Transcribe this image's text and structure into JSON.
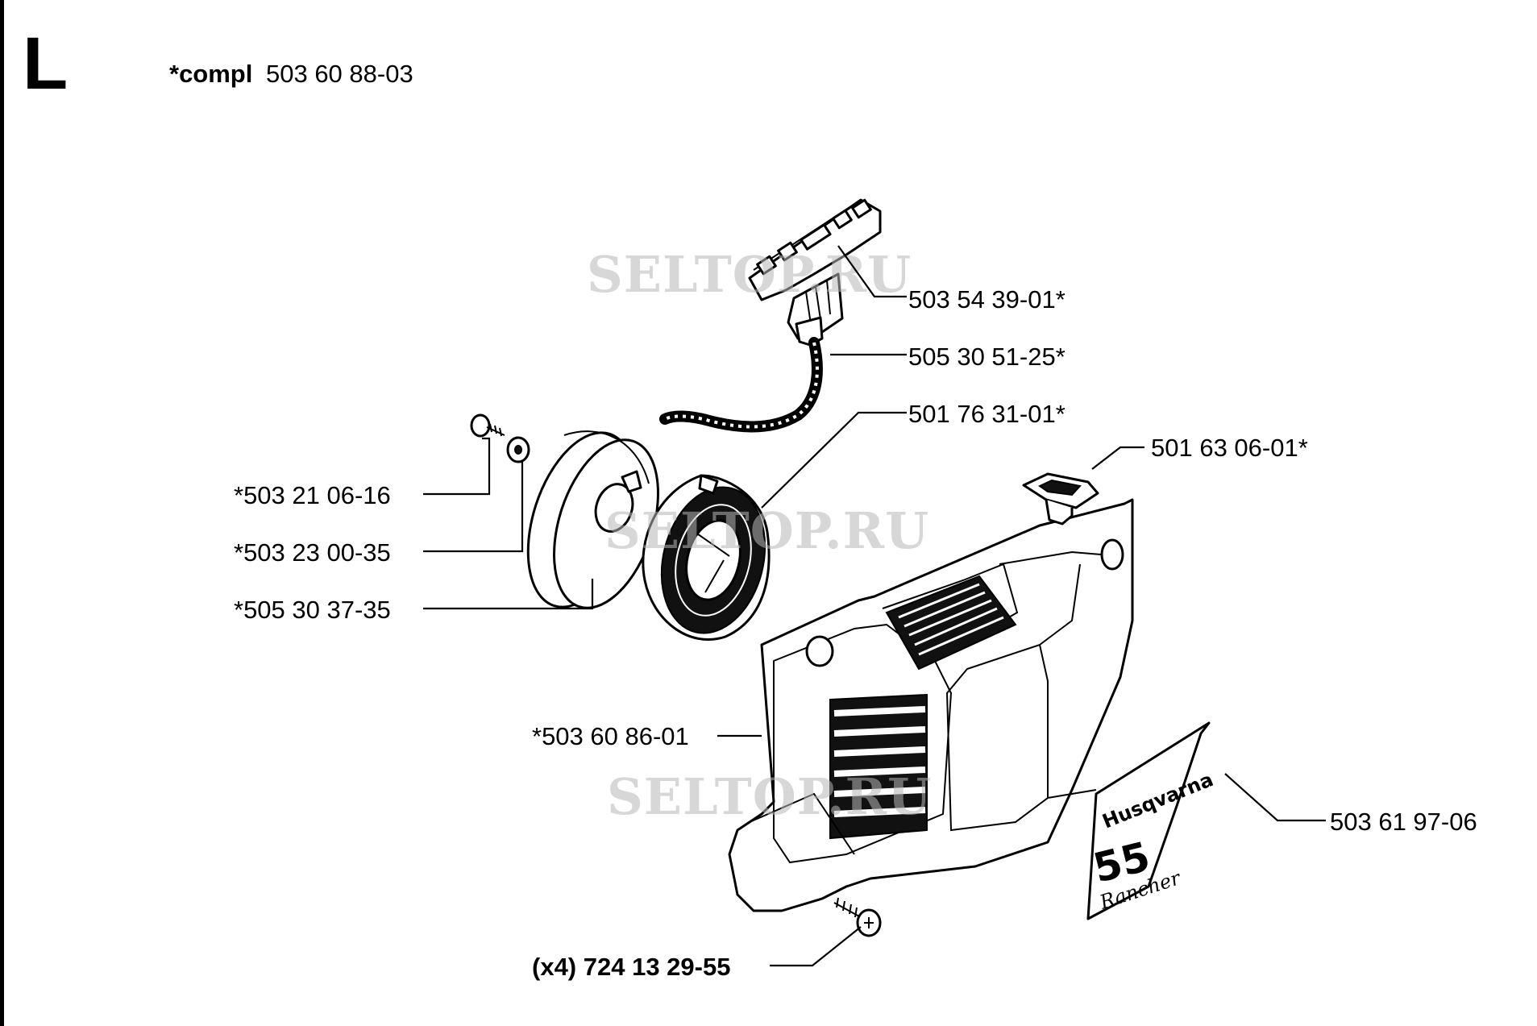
{
  "header": {
    "section_letter": "L",
    "compl_prefix": "*compl",
    "compl_number": "503 60 88-03"
  },
  "parts": {
    "starter_handle": "503 54 39-01*",
    "starter_rope": "505 30 51-25*",
    "recoil_spring": "501 76 31-01*",
    "grommet": "501 63 06-01*",
    "screw": "*503 21 06-16",
    "washer": "*503 23 00-35",
    "rope_pulley": "*505 30 37-35",
    "starter_housing": "*503 60 86-01",
    "decal": "503 61 97-06",
    "housing_screws": "(x4) 724 13 29-55"
  },
  "decal": {
    "brand": "Husqvarna",
    "model": "55",
    "variant": "Rancher"
  },
  "watermark": {
    "text": "SELTOP.RU"
  }
}
